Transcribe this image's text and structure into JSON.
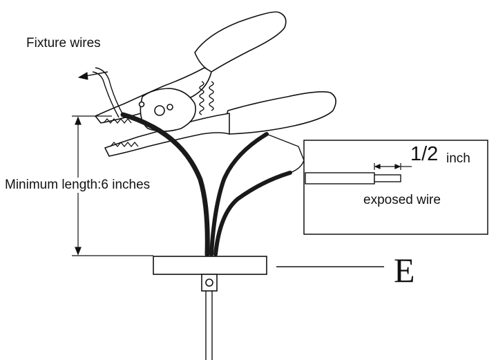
{
  "labels": {
    "fixture_wires": "Fixture wires",
    "minimum_length": "Minimum length:6 inches",
    "strip_length_value": "1/2",
    "strip_length_unit": "inch",
    "exposed_wire": "exposed wire",
    "part_letter": "E"
  },
  "colors": {
    "line": "#111111",
    "wire": "#1a1a1a",
    "background": "#ffffff"
  },
  "icons": {
    "tool": "wire-stripper-pliers",
    "arrow": "direction-arrow"
  }
}
